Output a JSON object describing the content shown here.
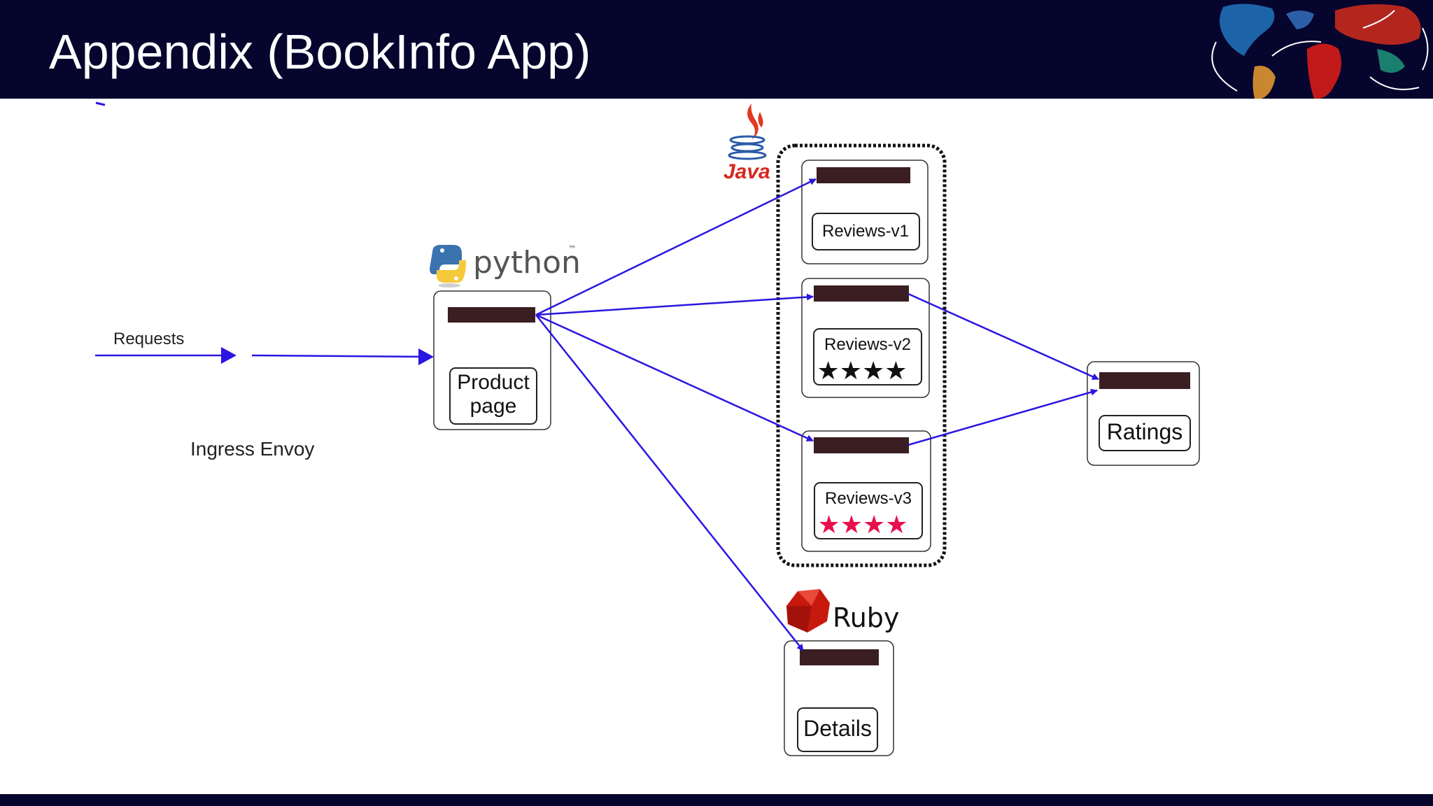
{
  "slide": {
    "title": "Appendix (BookInfo App)"
  },
  "diagram": {
    "requests_label": "Requests",
    "ingress_label": "Ingress Envoy",
    "python_logo": "python",
    "java_logo": "Java",
    "ruby_logo": "Ruby",
    "services": {
      "productpage": [
        "Product",
        "page"
      ],
      "reviews_v1": "Reviews-v1",
      "reviews_v2": "Reviews-v2",
      "reviews_v3": "Reviews-v3",
      "ratings": "Ratings",
      "details": "Details"
    },
    "stars": {
      "v2": "★★★★",
      "v3": "★★★★"
    },
    "colors": {
      "header": "#06052e",
      "arrow": "#2a16e0",
      "proxy_bar": "#3a1e22",
      "v2_stars": "#111111",
      "v3_stars": "#e8104c"
    }
  }
}
